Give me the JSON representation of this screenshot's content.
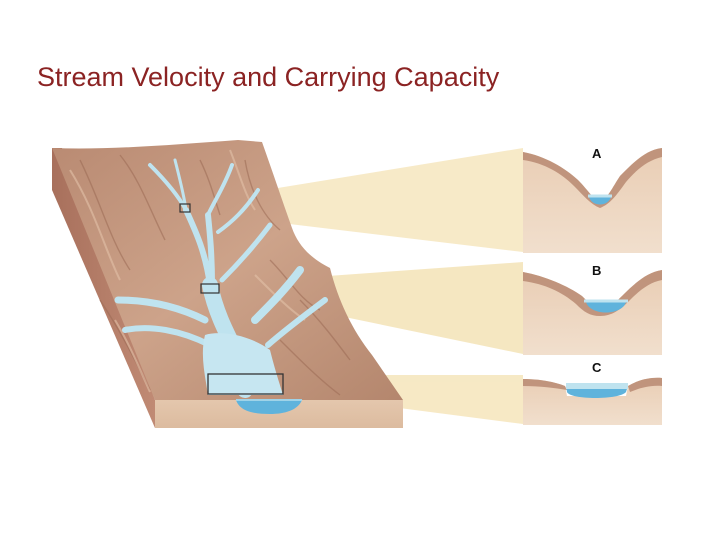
{
  "slide": {
    "title": "Stream Velocity and Carrying Capacity"
  },
  "diagram": {
    "cross_sections": [
      {
        "label": "A"
      },
      {
        "label": "B"
      },
      {
        "label": "C"
      }
    ],
    "colors": {
      "title": "#8b2323",
      "terrain": "#c49a7e",
      "terrain_dark": "#a4725c",
      "water": "#bfe3ef",
      "water_deep": "#5fb3dc",
      "section_fill": "#ecd4bd",
      "projection_beam": "#f6e7bd"
    }
  }
}
